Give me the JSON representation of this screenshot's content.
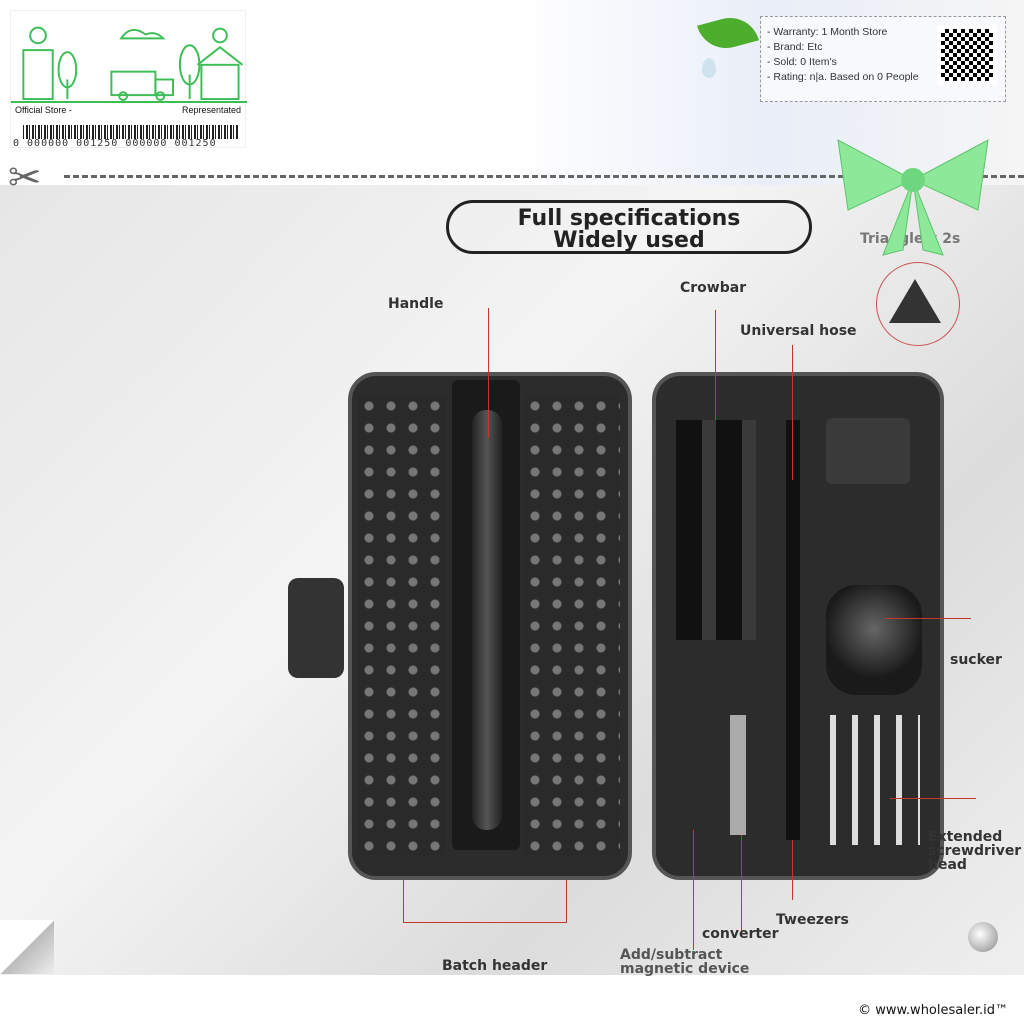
{
  "store": {
    "left": "Official Store -",
    "right": "Representated",
    "barcode": "0 000000 001250 000000 001250"
  },
  "info": {
    "lines": [
      "- Warranty: 1 Month Store",
      "- Brand: Etc",
      "- Sold: 0 Item's",
      "- Rating: n|a. Based on 0 People"
    ]
  },
  "title": {
    "line1": "Full specifications",
    "line2": "Widely used"
  },
  "labels": {
    "handle": "Handle",
    "crowbar": "Crowbar",
    "hose": "Universal hose",
    "triangle": "Triangle x 2s",
    "sucker": "sucker",
    "extended": "Extended screwdriver head",
    "tweezers": "Tweezers",
    "converter": "converter",
    "magnet": "Add/subtract magnetic device",
    "batch": "Batch header"
  },
  "footer": "© www.wholesaler.id™"
}
